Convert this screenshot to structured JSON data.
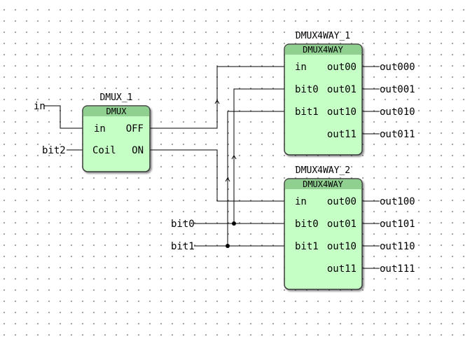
{
  "blocks": [
    {
      "instance": "DMUX_1",
      "type": "DMUX",
      "inputs": [
        "in",
        "Coil"
      ],
      "outputs": [
        "OFF",
        "ON"
      ]
    },
    {
      "instance": "DMUX4WAY_1",
      "type": "DMUX4WAY",
      "inputs": [
        "in",
        "bit0",
        "bit1"
      ],
      "outputs": [
        "out00",
        "out01",
        "out10",
        "out11"
      ]
    },
    {
      "instance": "DMUX4WAY_2",
      "type": "DMUX4WAY",
      "inputs": [
        "in",
        "bit0",
        "bit1"
      ],
      "outputs": [
        "out00",
        "out01",
        "out10",
        "out11"
      ]
    }
  ],
  "inputs": [
    "in",
    "bit2",
    "bit0",
    "bit1"
  ],
  "outputs": [
    "out000",
    "out001",
    "out010",
    "out011",
    "out100",
    "out101",
    "out110",
    "out111"
  ],
  "colors": {
    "block_fill": "#c6ffc6",
    "block_header": "#8fcf8f",
    "block_border": "#3a3a3a",
    "wire": "#000000"
  }
}
